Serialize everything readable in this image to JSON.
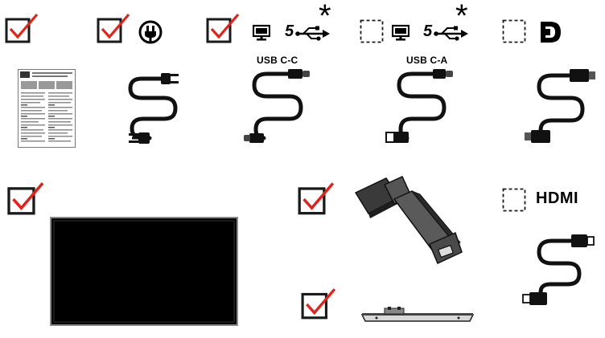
{
  "items": [
    {
      "id": "quick-setup-guide",
      "checked": true,
      "label": ""
    },
    {
      "id": "power-cord",
      "checked": true,
      "label": ""
    },
    {
      "id": "usb-c-c-cable",
      "checked": true,
      "label": "USB C-C"
    },
    {
      "id": "usb-c-a-cable",
      "checked": false,
      "label": "USB C-A"
    },
    {
      "id": "displayport-cable",
      "checked": false,
      "label": ""
    },
    {
      "id": "monitor-panel",
      "checked": true,
      "label": ""
    },
    {
      "id": "stand-arm",
      "checked": true,
      "label": ""
    },
    {
      "id": "stand-base",
      "checked": true,
      "label": ""
    },
    {
      "id": "hdmi-cable",
      "checked": false,
      "label": "HDMI"
    }
  ],
  "usb_power_number": "5",
  "asterisk": "*",
  "colors": {
    "check": "#e2231a",
    "box": "#1a1a1a",
    "cable": "#111111",
    "panel": "#000000",
    "panel_border": "#8a8a8a"
  },
  "icons": [
    "checkbox-checked-icon",
    "checkbox-empty-icon",
    "power-plug-icon",
    "monitor-icon",
    "usb-icon",
    "displayport-icon",
    "asterisk-icon"
  ]
}
